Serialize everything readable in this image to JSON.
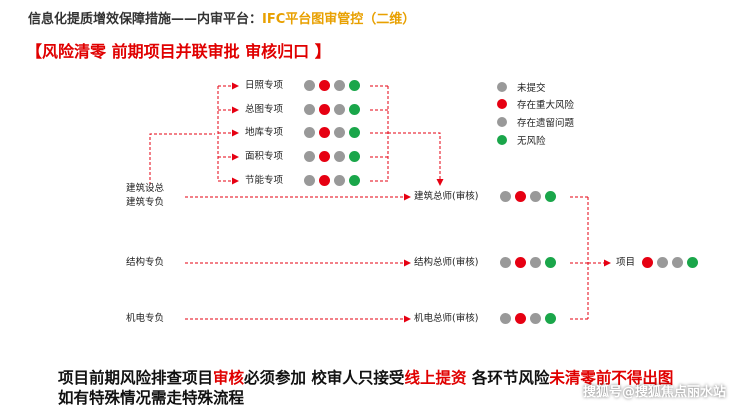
{
  "header": {
    "title_prefix": "信息化提质增效保障措施——内审平台：",
    "title_highlight": "IFC平台图审管控（二维）"
  },
  "subtitle": "【风险清零 前期项目并联审批 审核归口 】",
  "colors": {
    "gray": "#999999",
    "red": "#e60012",
    "green": "#1aa64a",
    "arrow": "#e60012"
  },
  "legend": [
    {
      "label": "未提交",
      "color": "gray",
      "icon": "gray-dot-icon"
    },
    {
      "label": "存在重大风险",
      "color": "red",
      "icon": "red-dot-icon"
    },
    {
      "label": "存在遗留问题",
      "color": "gray",
      "icon": "gray-dot-icon"
    },
    {
      "label": "无风险",
      "color": "green",
      "icon": "green-dot-icon"
    }
  ],
  "special_items": [
    {
      "label": "日照专项",
      "dots": [
        "gray",
        "red",
        "gray",
        "green"
      ]
    },
    {
      "label": "总图专项",
      "dots": [
        "gray",
        "red",
        "gray",
        "green"
      ]
    },
    {
      "label": "地库专项",
      "dots": [
        "gray",
        "red",
        "gray",
        "green"
      ]
    },
    {
      "label": "面积专项",
      "dots": [
        "gray",
        "red",
        "gray",
        "green"
      ]
    },
    {
      "label": "节能专项",
      "dots": [
        "gray",
        "red",
        "gray",
        "green"
      ]
    }
  ],
  "leads": {
    "architecture_line1": "建筑设总",
    "architecture_line2": "建筑专负",
    "structure": "结构专负",
    "mep": "机电专负"
  },
  "chiefs": [
    {
      "label": "建筑总师(审核)",
      "dots": [
        "gray",
        "red",
        "gray",
        "green"
      ]
    },
    {
      "label": "结构总师(审核)",
      "dots": [
        "gray",
        "red",
        "gray",
        "green"
      ]
    },
    {
      "label": "机电总师(审核)",
      "dots": [
        "gray",
        "red",
        "gray",
        "green"
      ]
    }
  ],
  "project": {
    "label": "项目",
    "dots": [
      "red",
      "gray",
      "gray",
      "green"
    ]
  },
  "bottom": {
    "l1_a": "项目前期风险排查项目",
    "l1_b": "审核",
    "l1_c": "必须参加 校审人只接受",
    "l1_d": "线上提资",
    "l1_e": " 各环节风险",
    "l1_f": "未清零前不得出图",
    "line2": "如有特殊情况需走特殊流程"
  },
  "watermark": "搜狐号@搜狐焦点丽水站"
}
